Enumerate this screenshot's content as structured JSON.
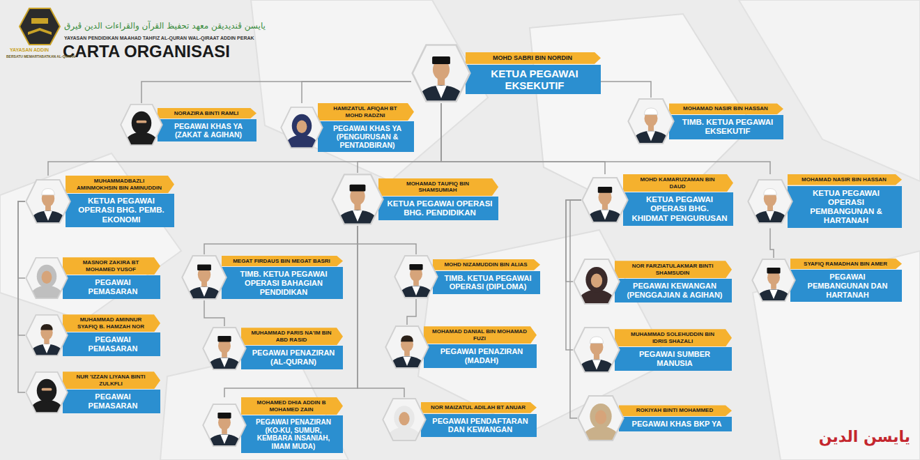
{
  "diagram": {
    "title": "CARTA ORGANISASI",
    "nodes": [
      {
        "text": [
          "MOHD SABRI BIN NORDIN",
          "KETUA PEGAWAI EKSEKUTIF"
        ]
      },
      {
        "text": [
          "NORAZIRA BINTI RAMLI",
          "PEGAWAI KHAS YA (ZAKAT & AGIHAN)"
        ]
      },
      {
        "text": [
          "HAMIZATUL AFIQAH BT MOHD RADZNI",
          "PEGAWAI KHAS YA (PENGURUSAN & PENTADBIRAN)"
        ]
      },
      {
        "text": [
          "MOHAMAD NASIR BIN HASSAN",
          "TIMB. KETUA PEGAWAI EKSEKUTIF"
        ]
      },
      {
        "text": [
          "MUHAMMADBAZLI AMINMOKHSIN BIN AMINUDDIN",
          "KETUA PEGAWAI OPERASI BHG. PEMB. EKONOMI"
        ]
      },
      {
        "text": [
          "MOHAMAD TAUFIQ BIN SHAMSUMIAH",
          "KETUA PEGAWAI OPERASI BHG. PENDIDIKAN"
        ]
      },
      {
        "text": [
          "MOHD KAMARUZAMAN BIN DAUD",
          "KETUA PEGAWAI OPERASI BHG. KHIDMAT PENGURUSAN"
        ]
      },
      {
        "text": [
          "MOHAMAD NASIR BIN HASSAN",
          "KETUA PEGAWAI OPERASI PEMBANGUNAN & HARTANAH"
        ]
      },
      {
        "text": [
          "MASNOR ZAKIRA BT MOHAMED YUSOF",
          "PEGAWAI PEMASARAN"
        ]
      },
      {
        "text": [
          "MEGAT FIRDAUS BIN MEGAT BASRI",
          "TIMB. KETUA PEGAWAI OPERASI BAHAGIAN PENDIDIKAN"
        ]
      },
      {
        "text": [
          "MOHD NIZAMUDDIN BIN ALIAS",
          "TIMB. KETUA PEGAWAI OPERASI (DIPLOMA)"
        ]
      },
      {
        "text": [
          "NOR FARZIATULAKMAR BINTI SHAMSUDIN",
          "PEGAWAI KEWANGAN (PENGGAJIAN & AGIHAN)"
        ]
      },
      {
        "text": [
          "SYAFIQ RAMADHAN BIN AMER",
          "PEGAWAI PEMBANGUNAN DAN HARTANAH"
        ]
      },
      {
        "text": [
          "MUHAMMAD AMINNUR SYAFIQ B. HAMZAH NOR",
          "PEGAWAI PEMASARAN"
        ]
      },
      {
        "text": [
          "MUHAMMAD FARIS NA'IM BIN ABD RASID",
          "PEGAWAI PENAZIRAN (AL-QURAN)"
        ]
      },
      {
        "text": [
          "MOHAMAD DANIAL BIN MOHAMAD FUZI",
          "PEGAWAI PENAZIRAN (MADAH)"
        ]
      },
      {
        "text": [
          "MUHAMMAD SOLEHUDDIN BIN IDRIS SHAZALI",
          "PEGAWAI SUMBER MANUSIA"
        ]
      },
      {
        "text": [
          "NUR 'IZZAN LIYANA BINTI ZULKFLI",
          "PEGAWAI PEMASARAN"
        ]
      },
      {
        "text": [
          "MOHAMED DHIA ADDIN B MOHAMED ZAIN",
          "PEGAWAI PENAZIRAN (KO-KU, SUMUR, KEMBARA INSANIAH, IMAM MUDA)"
        ]
      },
      {
        "text": [
          "NOR MAIZATUL ADILAH BT ANUAR",
          "PEGAWAI PENDAFTARAN DAN KEWANGAN"
        ]
      },
      {
        "text": [
          "ROKIYAH BINTI MOHAMMED",
          "PEGAWAI KHAS BKP YA"
        ]
      }
    ],
    "edges": [
      {
        "from": 0,
        "to": 1,
        "arrow": "none"
      },
      {
        "from": 0,
        "to": 2,
        "arrow": "none"
      },
      {
        "from": 0,
        "to": 3,
        "arrow": "none"
      },
      {
        "from": 0,
        "to": 4,
        "arrow": "none"
      },
      {
        "from": 0,
        "to": 5,
        "arrow": "none"
      },
      {
        "from": 0,
        "to": 6,
        "arrow": "none"
      },
      {
        "from": 0,
        "to": 7,
        "arrow": "none"
      },
      {
        "from": 4,
        "to": 8,
        "arrow": "none"
      },
      {
        "from": 4,
        "to": 13,
        "arrow": "none"
      },
      {
        "from": 4,
        "to": 17,
        "arrow": "none"
      },
      {
        "from": 5,
        "to": 9,
        "arrow": "none"
      },
      {
        "from": 5,
        "to": 10,
        "arrow": "none"
      },
      {
        "from": 5,
        "to": 18,
        "arrow": "none"
      },
      {
        "from": 5,
        "to": 19,
        "arrow": "none"
      },
      {
        "from": 6,
        "to": 11,
        "arrow": "none"
      },
      {
        "from": 6,
        "to": 16,
        "arrow": "none"
      },
      {
        "from": 6,
        "to": 20,
        "arrow": "none"
      },
      {
        "from": 7,
        "to": 12,
        "arrow": "none"
      },
      {
        "from": 9,
        "to": 14,
        "arrow": "none"
      },
      {
        "from": 10,
        "to": 15,
        "arrow": "none"
      }
    ],
    "labels": [
      "YAYASAN ADDIN",
      "BERSATU MEMARTABATKAN AL-QURAN",
      "يايسن ڤنديديقن معهد تحفيظ القرآن والقراءات الدين ڤيرق",
      "YAYASAN PENDIDIKAN MAAHAD TAHFIZ AL-QURAN WAL-QIRAAT ADDIN PERAK",
      "يايسن الدين"
    ]
  }
}
